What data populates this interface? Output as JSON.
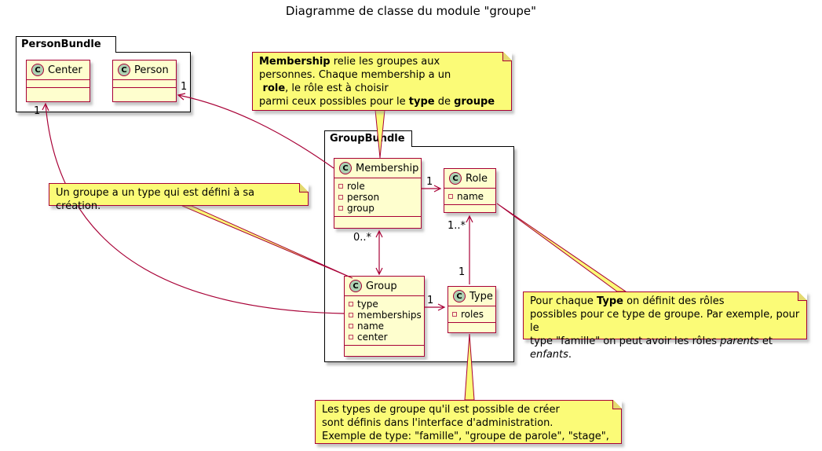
{
  "title": "Diagramme de classe du module \"groupe\"",
  "packages": {
    "person_bundle": {
      "name": "PersonBundle"
    },
    "group_bundle": {
      "name": "GroupBundle"
    }
  },
  "classes": {
    "center": {
      "icon": "C",
      "name": "Center"
    },
    "person": {
      "icon": "C",
      "name": "Person"
    },
    "membership": {
      "icon": "C",
      "name": "Membership",
      "attrs": [
        "role",
        "person",
        "group"
      ]
    },
    "role": {
      "icon": "C",
      "name": "Role",
      "attrs": [
        "name"
      ]
    },
    "group": {
      "icon": "C",
      "name": "Group",
      "attrs": [
        "type",
        "memberships",
        "name",
        "center"
      ]
    },
    "type": {
      "icon": "C",
      "name": "Type",
      "attrs": [
        "roles"
      ]
    }
  },
  "notes": {
    "membership": {
      "l1_bold": "Membership",
      "l1_rest": " relie les groupes aux",
      "l2": "personnes. Chaque membership a un",
      "l3_bold": " role",
      "l3_rest": ", le rôle est à choisir",
      "l4_a": "parmi ceux possibles pour le ",
      "l4_bold1": "type",
      "l4_b": " de ",
      "l4_bold2": "groupe"
    },
    "group_type": {
      "l1": "Un groupe a un type qui est défini à sa création."
    },
    "type_roles": {
      "l1_a": "Pour chaque ",
      "l1_bold": "Type",
      "l1_b": " on définit des rôles",
      "l2": "possibles pour ce type de groupe. Par exemple, pour le",
      "l3_a": "type \"famille\" on peut avoir les rôles ",
      "l3_i1": "parents",
      "l3_b": " et ",
      "l3_i2": "enfants",
      "l3_c": "."
    },
    "admin": {
      "l1": "Les types de groupe qu'il est possible de créer",
      "l2": "sont définis dans l'interface d'administration.",
      "l3": "Exemple de type: \"famille\", \"groupe de parole\", \"stage\", ..."
    }
  },
  "multiplicities": {
    "membership_person": "1",
    "group_center": "1",
    "membership_role": "1",
    "role_min_max": "1..*",
    "membership_group": "0..*",
    "type_role": "1",
    "group_type": "1"
  },
  "colors": {
    "class_fill": "#FEFECE",
    "border": "#A80036",
    "note_fill": "#FBFB77",
    "icon_fill": "#ADD1B2"
  }
}
